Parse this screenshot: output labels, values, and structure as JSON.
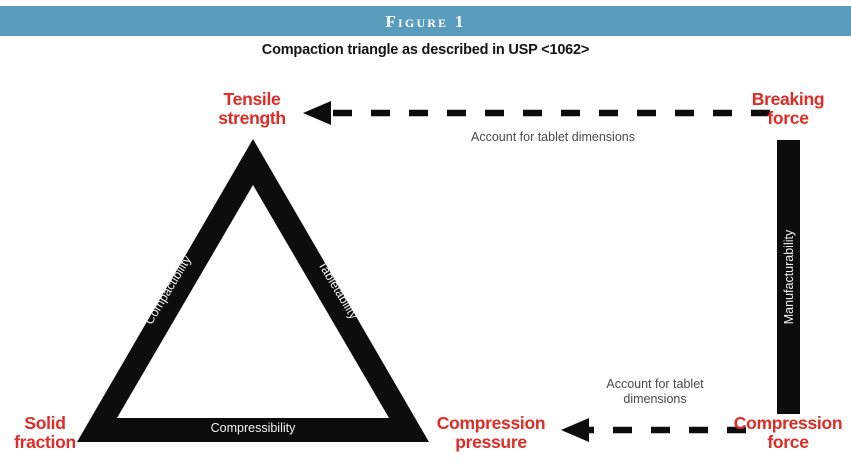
{
  "figure": {
    "band_label": "Figure 1",
    "caption": "Compaction triangle as described in USP <1062>",
    "band_color": "#5a9cbc",
    "accent_red": "#e02b26",
    "shape_black": "#0d0d0d",
    "note_gray": "#4a4a4a"
  },
  "vertices": {
    "tensile_strength": "Tensile\nstrength",
    "breaking_force": "Breaking\nforce",
    "solid_fraction": "Solid\nfraction",
    "compression_pressure": "Compression\npressure",
    "compression_force": "Compression\nforce"
  },
  "edges": {
    "compressibility": "Compressibility",
    "compactibility": "Compactibility",
    "tabletability": "Tabletability",
    "manufacturability": "Manufacturability"
  },
  "notes": {
    "top_arrow": "Account for tablet dimensions",
    "bottom_arrow": "Account for tablet\ndimensions"
  },
  "chart_data": {
    "type": "diagram",
    "title": "Compaction triangle as described in USP <1062>",
    "nodes": [
      {
        "id": "tensile_strength",
        "label": "Tensile strength",
        "position": "triangle-apex",
        "color": "#e02b26"
      },
      {
        "id": "solid_fraction",
        "label": "Solid fraction",
        "position": "triangle-bottom-left",
        "color": "#e02b26"
      },
      {
        "id": "compression_pressure",
        "label": "Compression pressure",
        "position": "triangle-bottom-right",
        "color": "#e02b26"
      },
      {
        "id": "breaking_force",
        "label": "Breaking force",
        "position": "top-right",
        "color": "#e02b26"
      },
      {
        "id": "compression_force",
        "label": "Compression force",
        "position": "bottom-right",
        "color": "#e02b26"
      }
    ],
    "edges": [
      {
        "from": "solid_fraction",
        "to": "tensile_strength",
        "label": "Compactibility",
        "style": "solid-black"
      },
      {
        "from": "tensile_strength",
        "to": "compression_pressure",
        "label": "Tabletability",
        "style": "solid-black"
      },
      {
        "from": "solid_fraction",
        "to": "compression_pressure",
        "label": "Compressibility",
        "style": "solid-black"
      },
      {
        "from": "breaking_force",
        "to": "compression_force",
        "label": "Manufacturability",
        "style": "solid-black-bar"
      },
      {
        "from": "breaking_force",
        "to": "tensile_strength",
        "label": "Account for tablet dimensions",
        "style": "dashed-arrow"
      },
      {
        "from": "compression_force",
        "to": "compression_pressure",
        "label": "Account for tablet dimensions",
        "style": "dashed-arrow"
      }
    ]
  }
}
